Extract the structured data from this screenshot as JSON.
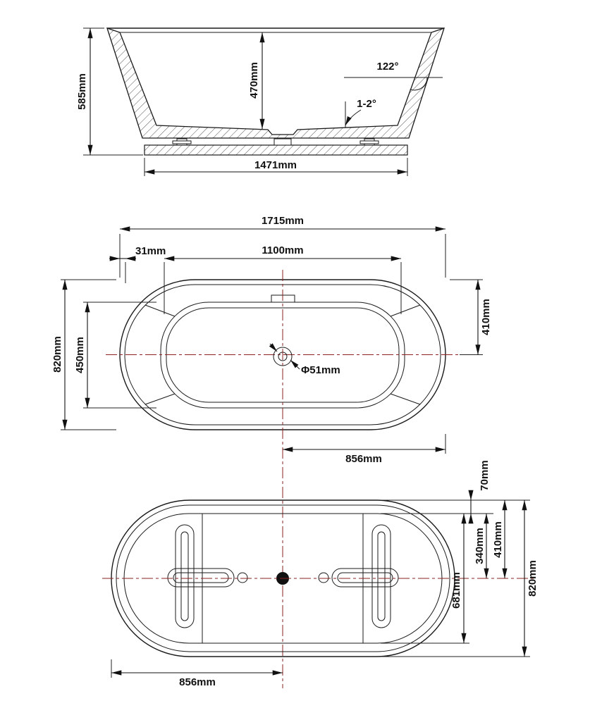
{
  "drawing": {
    "background": "#ffffff",
    "line_color": "#1a1a1a",
    "centerline_color": "#8b2020"
  },
  "side_view": {
    "dims": {
      "overall_height": "585mm",
      "inner_depth": "470mm",
      "wall_angle": "122°",
      "bottom_slope": "1-2°",
      "base_length": "1471mm"
    }
  },
  "plan_view": {
    "dims": {
      "overall_length": "1715mm",
      "inner_length": "1100mm",
      "rim_width": "31mm",
      "overall_width": "820mm",
      "inner_width": "450mm",
      "center_to_edge": "410mm",
      "drain_diameter": "Φ51mm",
      "drain_to_end": "856mm"
    }
  },
  "bottom_view": {
    "dims": {
      "rim_inset": "70mm",
      "support_to_center": "340mm",
      "center_to_edge": "410mm",
      "base_width": "681mm",
      "overall_width": "820mm",
      "drain_to_end": "856mm"
    }
  }
}
